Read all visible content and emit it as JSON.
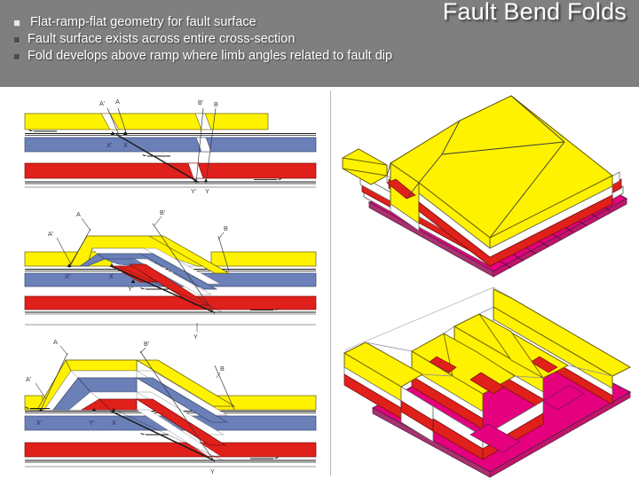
{
  "slide": {
    "title": "Fault Bend Folds",
    "bullets": [
      "Flat-ramp-flat geometry for fault surface",
      "Fault surface exists across entire cross-section",
      "Fold develops above ramp where limb angles related to fault dip"
    ],
    "header_bg": "#7f7f7f",
    "title_color": "#ffffff"
  },
  "colors": {
    "yellow": "#fff200",
    "blue": "#6b80b8",
    "red": "#e0201b",
    "magenta": "#e5007e",
    "white_layer": "#ffffff",
    "outline": "#1a1a1a",
    "fault_line": "#1a1a1a",
    "divider": "#b9b9b9"
  },
  "cross_sections": {
    "caption_labels": [
      "A'",
      "A",
      "B'",
      "B",
      "X'",
      "X",
      "Y'",
      "Y"
    ],
    "panels": [
      {
        "name": "stage-1-undeformed",
        "stage": 1,
        "description": "Undeformed flat-ramp-flat fault surface cutting horizontal stratigraphy",
        "labels": {
          "hangingwall_cutoffs": [
            "A'",
            "A"
          ],
          "forelimb_cutoffs": [
            "B'",
            "B"
          ],
          "upper_flat_piercing": [
            "X'",
            "X"
          ],
          "lower_flat_piercing": [
            "Y'",
            "Y"
          ]
        },
        "layers": [
          "yellow",
          "white",
          "blue",
          "white",
          "red",
          "white"
        ]
      },
      {
        "name": "stage-2-partial-slip",
        "stage": 2,
        "description": "Partial slip: hanging wall ramps up, fold nucleates above ramp",
        "labels": {
          "hangingwall_cutoffs": [
            "A'",
            "A"
          ],
          "forelimb_cutoffs": [
            "B'",
            "B"
          ],
          "upper_flat_piercing": [
            "X'",
            "X"
          ],
          "lower_flat_piercing": [
            "Y'",
            "Y"
          ]
        },
        "layers": [
          "yellow",
          "white",
          "blue",
          "white",
          "red",
          "white"
        ]
      },
      {
        "name": "stage-3-full-slip",
        "stage": 3,
        "description": "Greater slip: flat-topped fault-bend fold with wide crest",
        "labels": {
          "hangingwall_cutoffs": [
            "A'",
            "A"
          ],
          "forelimb_cutoffs": [
            "B'",
            "B"
          ],
          "upper_flat_piercing": [
            "X'",
            "X"
          ],
          "lower_flat_piercing": [
            "Y'",
            "Y"
          ]
        },
        "layers": [
          "yellow",
          "white",
          "blue",
          "white",
          "red",
          "white"
        ]
      }
    ]
  },
  "block_diagrams": [
    {
      "name": "single-fault-bend-fold-block",
      "description": "3D block diagram of a single fault-bend fold anticline above a ramp, with magenta basal detachment",
      "layers": [
        "yellow",
        "white",
        "red",
        "white",
        "magenta"
      ],
      "basal_hatching": true
    },
    {
      "name": "imbricate-thrust-stack-block",
      "description": "3D block diagram of an imbricate stack of repeated fault-bend folds on a common magenta decollement",
      "layers": [
        "yellow",
        "white",
        "red",
        "white",
        "magenta"
      ],
      "repetitions": 3,
      "basal_hatching": false
    }
  ]
}
